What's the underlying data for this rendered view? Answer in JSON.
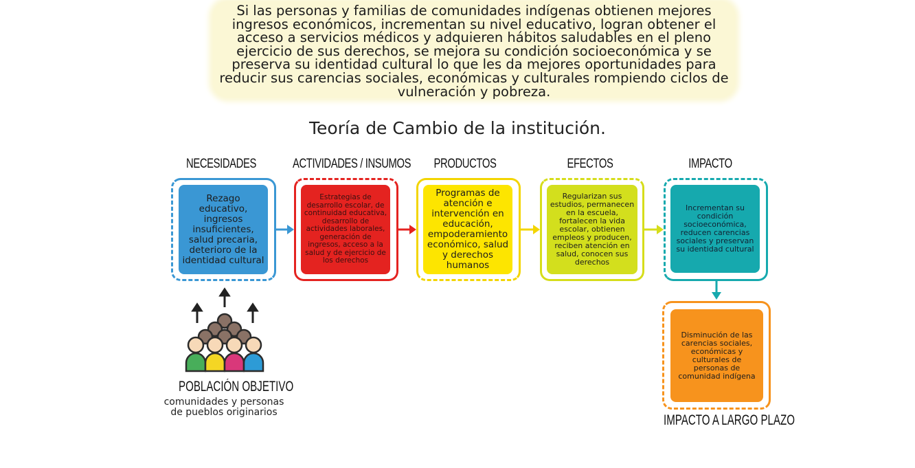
{
  "intro_text": "Si las personas y familias de comunidades indígenas obtienen mejores ingresos económicos, incrementan su nivel educativo, logran obtener el acceso a servicios médicos y adquieren hábitos saludables en el pleno ejercicio de sus derechos, se mejora su condición socioeconómica y se preserva su identidad cultural lo que les da mejores oportunidades para reducir sus carencias sociales, económicas y culturales rompiendo ciclos de vulneración y pobreza.",
  "title": "Teoría de Cambio de la institución.",
  "stages": [
    {
      "heading": "NECESIDADES",
      "text": "Rezago educativo, ingresos insuficientes, salud precaria, deterioro de la identidad cultural",
      "color": "#3a97d4",
      "frame": "#3a97d4"
    },
    {
      "heading": "ACTIVIDADES / INSUMOS",
      "text": "Estrategias de desarrollo escolar, de continuidad educativa, desarrollo de actividades laborales, generación de ingresos, acceso a la salud y de ejercicio de los derechos",
      "color": "#e42320",
      "frame": "#e42320"
    },
    {
      "heading": "PRODUCTOS",
      "text": "Programas de atención e intervención en educación, empoderamiento económico, salud y derechos humanos",
      "color": "#fde500",
      "frame": "#f3d500"
    },
    {
      "heading": "EFECTOS",
      "text": "Regularizan sus estudios, permanecen en la escuela, fortalecen la vida escolar, obtienen empleos y producen, reciben atención en salud, conocen sus derechos",
      "color": "#d3df1d",
      "frame": "#d6dd1a"
    },
    {
      "heading": "IMPACTO",
      "text": "Incrementan su condición socioeconómica, reducen carencias sociales y preservan su identidad cultural",
      "color": "#16a9ae",
      "frame": "#16a9ae"
    }
  ],
  "long_term": {
    "heading": "IMPACTO A LARGO PLAZO",
    "text": "Disminución de las carencias sociales, económicas y culturales de personas de comunidad indígena",
    "color": "#f7931d",
    "frame": "#f7931d"
  },
  "population": {
    "heading": "POBLACIÓN OBJETIVO",
    "text": "comunidades y personas de pueblos originarios"
  },
  "colors": {
    "quote_bg": "#fbf7d5",
    "arrow_blue": "#3a97d4",
    "arrow_red": "#e42320",
    "arrow_yellow": "#f3d500",
    "arrow_lime": "#d6dd1a",
    "arrow_teal": "#16a9ae"
  }
}
